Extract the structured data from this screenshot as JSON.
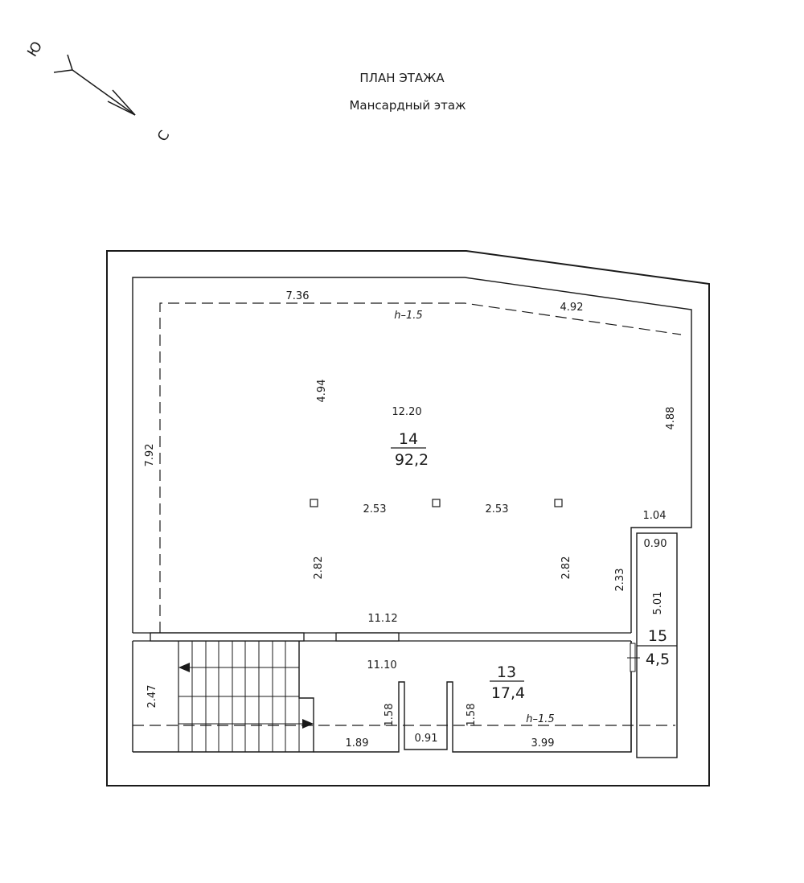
{
  "title": {
    "line1": "ПЛАН ЭТАЖА",
    "line2": "Мансардный этаж"
  },
  "compass": {
    "south": "Ю",
    "north": "С"
  },
  "ceiling_note": "h–1.5",
  "rooms": {
    "r14": {
      "number": "14",
      "area": "92,2"
    },
    "r13": {
      "number": "13",
      "area": "17,4"
    },
    "r15": {
      "number": "15",
      "area": "4,5"
    }
  },
  "dims": {
    "top_left": "7.36",
    "top_right": "4.92",
    "left": "7.92",
    "inner_left_col": "4.94",
    "width_main": "12.20",
    "right": "4.88",
    "span_left": "2.53",
    "span_right": "2.53",
    "col_left_low": "2.82",
    "col_right_low": "2.82",
    "small_room_top": "1.04",
    "small_room_inner": "0.90",
    "small_room_height": "5.01",
    "small_room_side": "2.33",
    "partition_top": "11.12",
    "partition_bottom": "11.10",
    "stair_height": "2.47",
    "niche_left_h": "1.58",
    "niche_right_h": "1.58",
    "seg_left": "1.89",
    "seg_mid": "0.91",
    "seg_right": "3.99"
  },
  "colors": {
    "line": "#1a1a1a",
    "background": "#ffffff"
  }
}
